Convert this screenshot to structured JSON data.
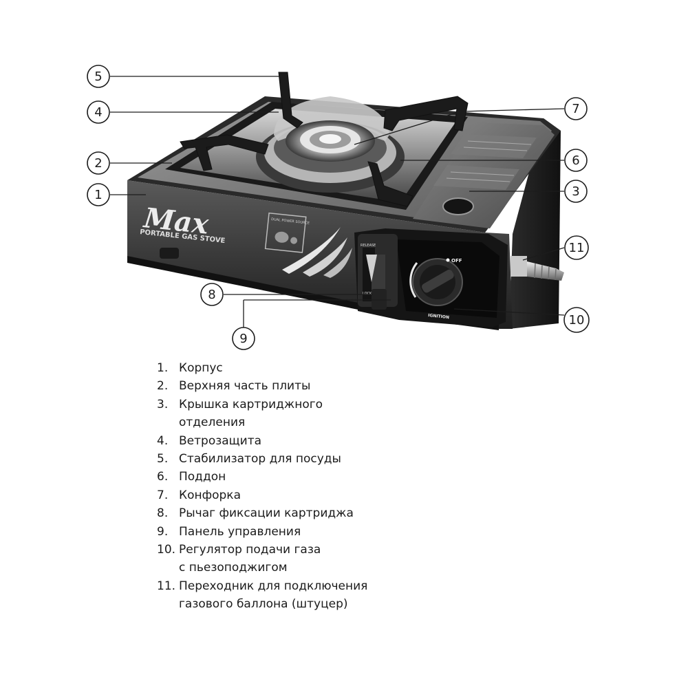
{
  "stove": {
    "brand": "Max",
    "subtitle": "PORTABLE GAS STOVE",
    "badge": "DUAL POWER SOURCE",
    "lever_top": "RELEASE",
    "lever_bottom": "LOCK",
    "knob_off": "OFF",
    "knob_ignition": "IGNITION"
  },
  "callouts": [
    "1",
    "2",
    "3",
    "4",
    "5",
    "6",
    "7",
    "8",
    "9",
    "10",
    "11"
  ],
  "legend": [
    {
      "num": "1.",
      "text": [
        "Корпус"
      ]
    },
    {
      "num": "2.",
      "text": [
        "Верхняя часть плиты"
      ]
    },
    {
      "num": "3.",
      "text": [
        "Крышка картриджного",
        "отделения"
      ]
    },
    {
      "num": "4.",
      "text": [
        "Ветрозащита"
      ]
    },
    {
      "num": "5.",
      "text": [
        "Стабилизатор для посуды"
      ]
    },
    {
      "num": "6.",
      "text": [
        "Поддон"
      ]
    },
    {
      "num": "7.",
      "text": [
        "Конфорка"
      ]
    },
    {
      "num": "8.",
      "text": [
        "Рычаг фиксации картриджа"
      ]
    },
    {
      "num": "9.",
      "text": [
        "Панель управления"
      ]
    },
    {
      "num": "10.",
      "text": [
        "Регулятор подачи газа",
        "с пьезоподжигом"
      ]
    },
    {
      "num": "11.",
      "text": [
        "Переходник для подключения",
        "газового баллона (штуцер)"
      ]
    }
  ]
}
